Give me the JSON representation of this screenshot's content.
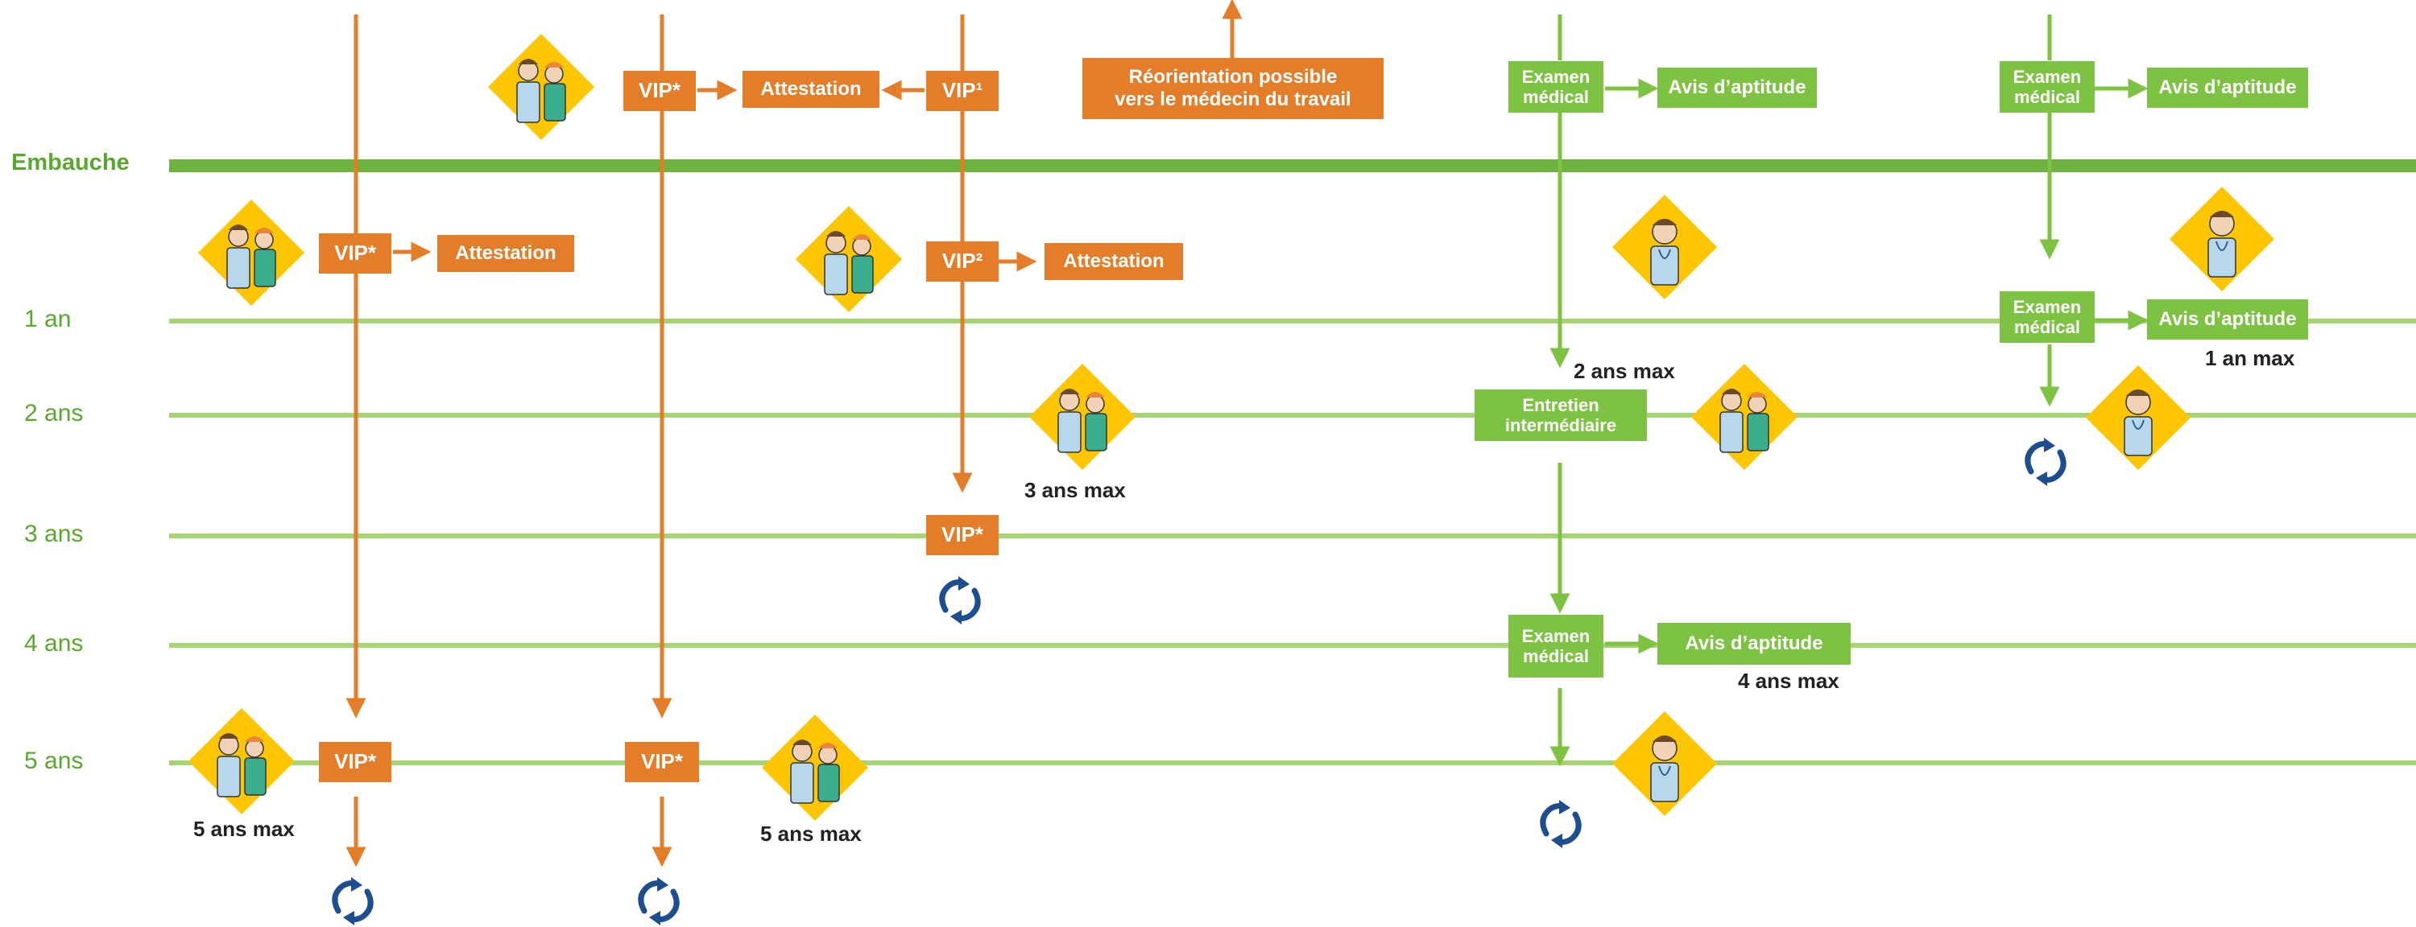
{
  "rows": {
    "embauche": "Embauche",
    "year1": "1 an",
    "year2": "2 ans",
    "year3": "3 ans",
    "year4": "4 ans",
    "year5": "5 ans"
  },
  "boxes": {
    "vip_star": "VIP*",
    "vip1": "VIP¹",
    "vip2": "VIP²",
    "attestation": "Attestation",
    "reorientation_line1": "Réorientation possible",
    "reorientation_line2": "vers le médecin du travail",
    "examen_line1": "Examen",
    "examen_line2": "médical",
    "avis": "Avis d’aptitude",
    "entretien_line1": "Entretien",
    "entretien_line2": "intermédiaire"
  },
  "max_labels": {
    "five": "5 ans max",
    "three": "3 ans max",
    "two": "2 ans max",
    "four": "4 ans max",
    "one": "1 an max"
  },
  "colors": {
    "orange": "#e37d29",
    "green": "#7dc242",
    "dark_green_line": "#6cb33f",
    "light_green_line": "#a6d472",
    "diamond_yellow": "#fdc600",
    "cycle_blue": "#1d4e8f"
  },
  "icons": {
    "doctor_nurse": "doctor-and-nurse-icon",
    "doctor": "doctor-icon",
    "cycle": "renewal-cycle-icon"
  }
}
